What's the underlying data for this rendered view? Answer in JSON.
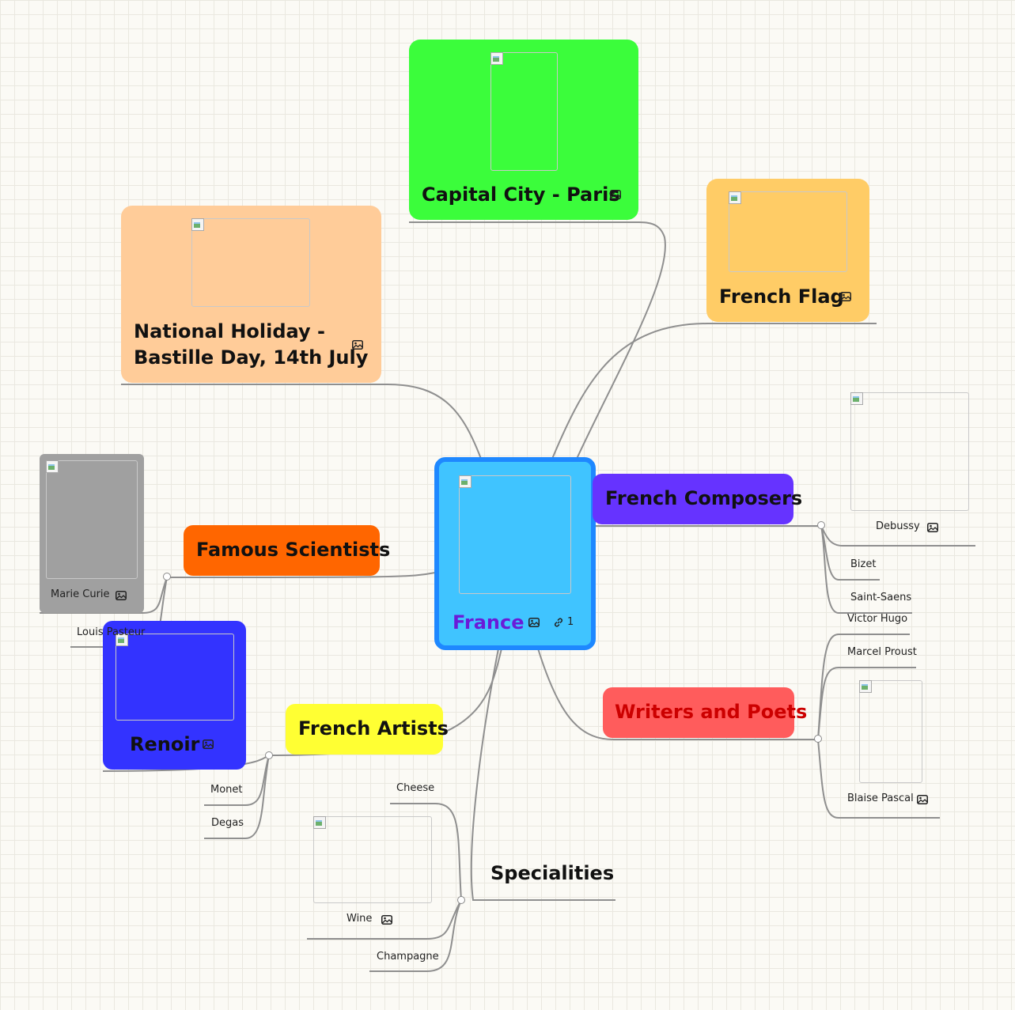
{
  "center": {
    "label": "France",
    "link_count": "1",
    "color": "#40c4ff",
    "border": "#1e88ff",
    "text_color": "#6a1bd8"
  },
  "nodes": {
    "capital": {
      "label": "Capital City - Paris",
      "color": "#3bfd3b"
    },
    "flag": {
      "label": "French Flag",
      "color": "#ffcc66"
    },
    "holiday": {
      "line1": "National Holiday -",
      "line2": "Bastille Day, 14th July",
      "color": "#ffcc99"
    },
    "composers": {
      "label": "French Composers",
      "color": "#6633ff"
    },
    "writers": {
      "label": "Writers and Poets",
      "color": "#ff5c5c",
      "text_color": "#cc0000"
    },
    "scientists": {
      "label": "Famous Scientists",
      "color": "#ff6600"
    },
    "artists": {
      "label": "French Artists",
      "color": "#ffff33"
    },
    "specialities": {
      "label": "Specialities"
    }
  },
  "composers": {
    "debussy": "Debussy",
    "bizet": "Bizet",
    "saint_saens": "Saint-Saens"
  },
  "writers": {
    "hugo": "Victor Hugo",
    "proust": "Marcel Proust",
    "pascal": "Blaise Pascal"
  },
  "scientists": {
    "curie": "Marie Curie",
    "pasteur": "Louis Pasteur",
    "curie_color": "#a0a0a0"
  },
  "artists": {
    "renoir": "Renoir",
    "monet": "Monet",
    "degas": "Degas",
    "renoir_color": "#3333ff"
  },
  "specialities": {
    "cheese": "Cheese",
    "wine": "Wine",
    "champagne": "Champagne"
  },
  "icons": {
    "image": "image-icon",
    "link": "link-icon"
  }
}
